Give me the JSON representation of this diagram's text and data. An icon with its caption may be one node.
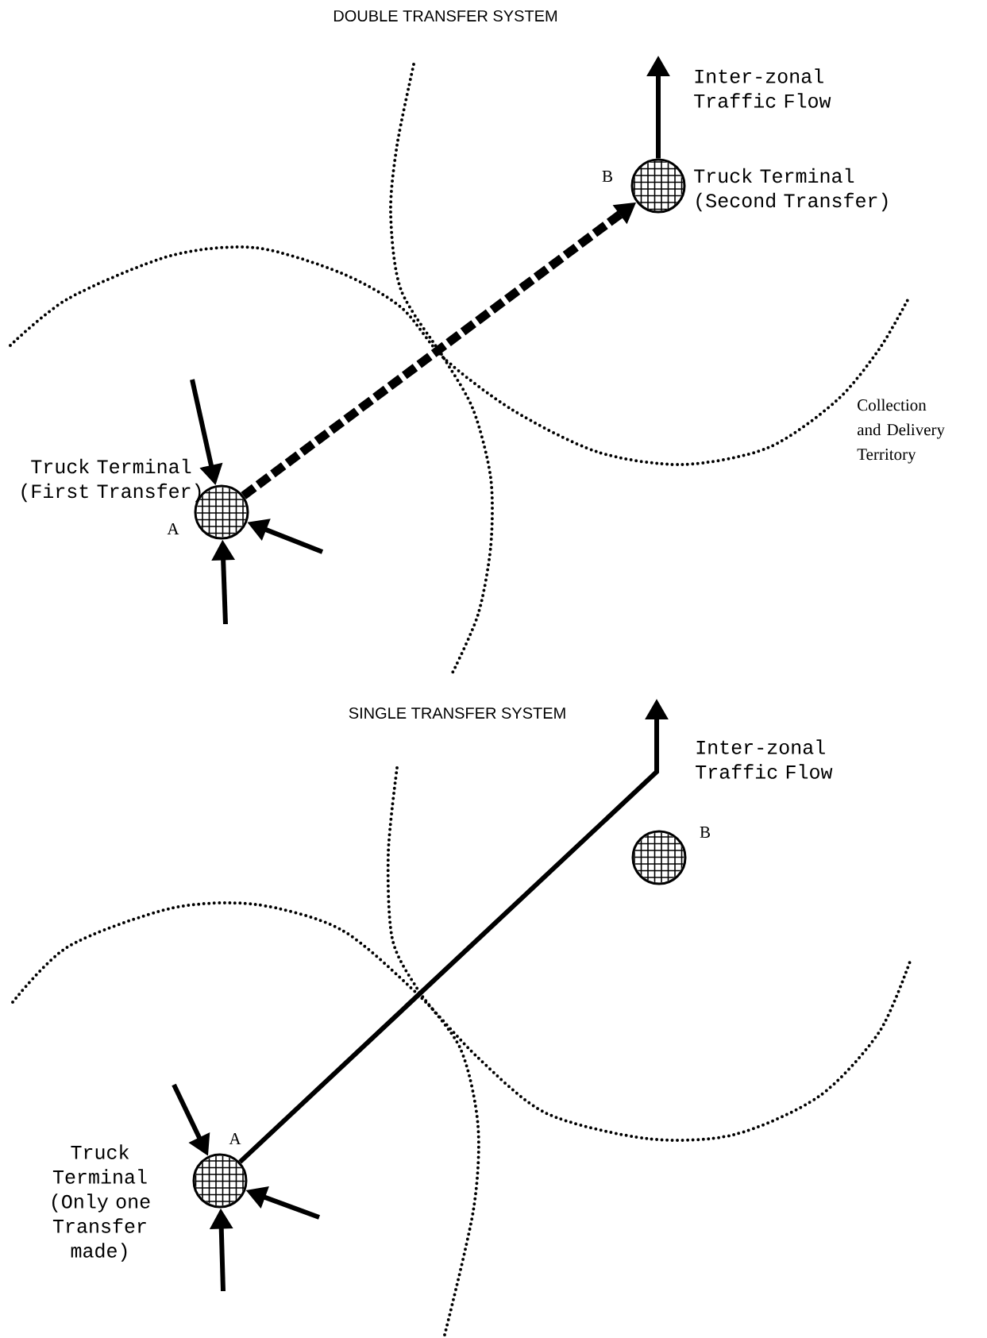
{
  "diagram": {
    "title": "DOUBLE TRANSFER SYSTEM",
    "nodes": [
      {
        "text": [],
        "shape": "circle",
        "beside": [
          "B",
          "Truck Terminal (Second Transfer)"
        ]
      },
      {
        "text": [],
        "shape": "circle",
        "beside": [
          "Truck Terminal (First Transfer)",
          "A"
        ]
      },
      {
        "text": [],
        "shape": "circle",
        "beside": [
          "B"
        ]
      },
      {
        "text": [],
        "shape": "circle",
        "beside": [
          "A",
          "Truck Terminal (Only one Transfer made)"
        ]
      }
    ],
    "edges": [
      {
        "from": 1,
        "to": 0,
        "arrow": "to",
        "style": "dashed"
      },
      {
        "from": 0,
        "to": null,
        "arrow": "to",
        "label": "Inter-zonal Traffic Flow"
      },
      {
        "from": null,
        "to": 1,
        "arrow": "to"
      },
      {
        "from": null,
        "to": 1,
        "arrow": "to"
      },
      {
        "from": null,
        "to": 1,
        "arrow": "to"
      },
      {
        "from": 3,
        "to": null,
        "arrow": "to",
        "label": "Inter-zonal Traffic Flow"
      },
      {
        "from": null,
        "to": 3,
        "arrow": "to"
      },
      {
        "from": null,
        "to": 3,
        "arrow": "to"
      },
      {
        "from": null,
        "to": 3,
        "arrow": "to"
      }
    ],
    "labels": [
      "Collection and Delivery Territory",
      "SINGLE TRANSFER SYSTEM"
    ]
  }
}
